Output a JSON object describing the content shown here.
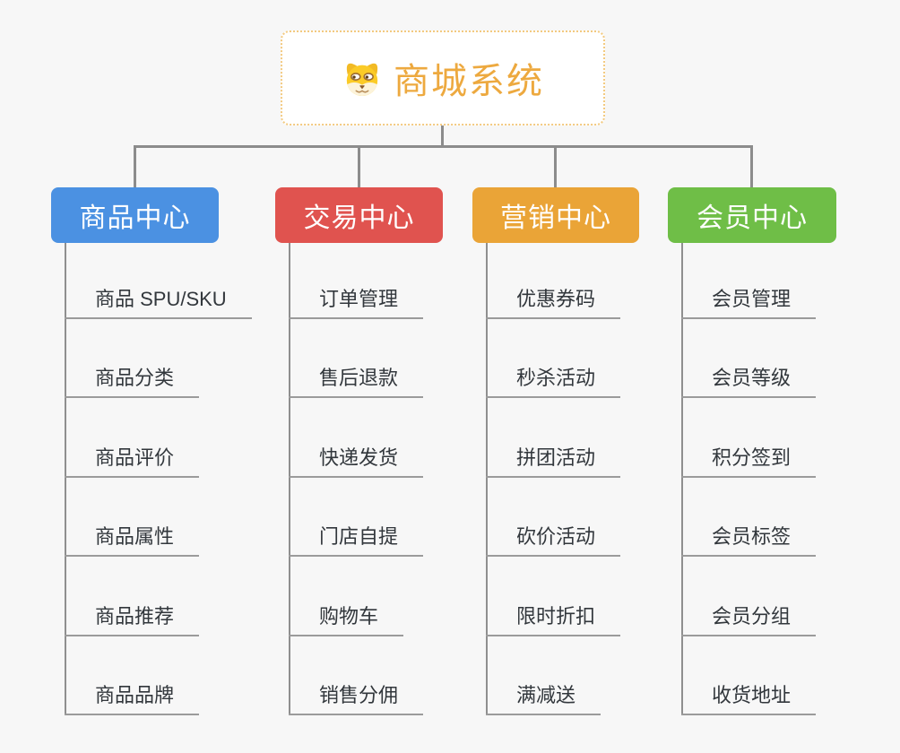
{
  "page": {
    "background_color": "#f7f7f7",
    "connector_color": "#8c8c8c",
    "leaf_underline_color": "#9b9b9b",
    "leaf_text_color": "#32373c"
  },
  "root": {
    "title": "商城系统",
    "icon": "shiba-dog-icon",
    "text_color": "#eda93f",
    "border_color": "#f3ca80"
  },
  "branches": [
    {
      "id": "product-center",
      "label": "商品中心",
      "color": "#4b91e2",
      "items": [
        "商品 SPU/SKU",
        "商品分类",
        "商品评价",
        "商品属性",
        "商品推荐",
        "商品品牌"
      ]
    },
    {
      "id": "trade-center",
      "label": "交易中心",
      "color": "#e0534f",
      "items": [
        "订单管理",
        "售后退款",
        "快递发货",
        "门店自提",
        "购物车",
        "销售分佣"
      ]
    },
    {
      "id": "marketing-center",
      "label": "营销中心",
      "color": "#eaa437",
      "items": [
        "优惠券码",
        "秒杀活动",
        "拼团活动",
        "砍价活动",
        "限时折扣",
        "满减送"
      ]
    },
    {
      "id": "member-center",
      "label": "会员中心",
      "color": "#6fbe47",
      "items": [
        "会员管理",
        "会员等级",
        "积分签到",
        "会员标签",
        "会员分组",
        "收货地址"
      ]
    }
  ]
}
